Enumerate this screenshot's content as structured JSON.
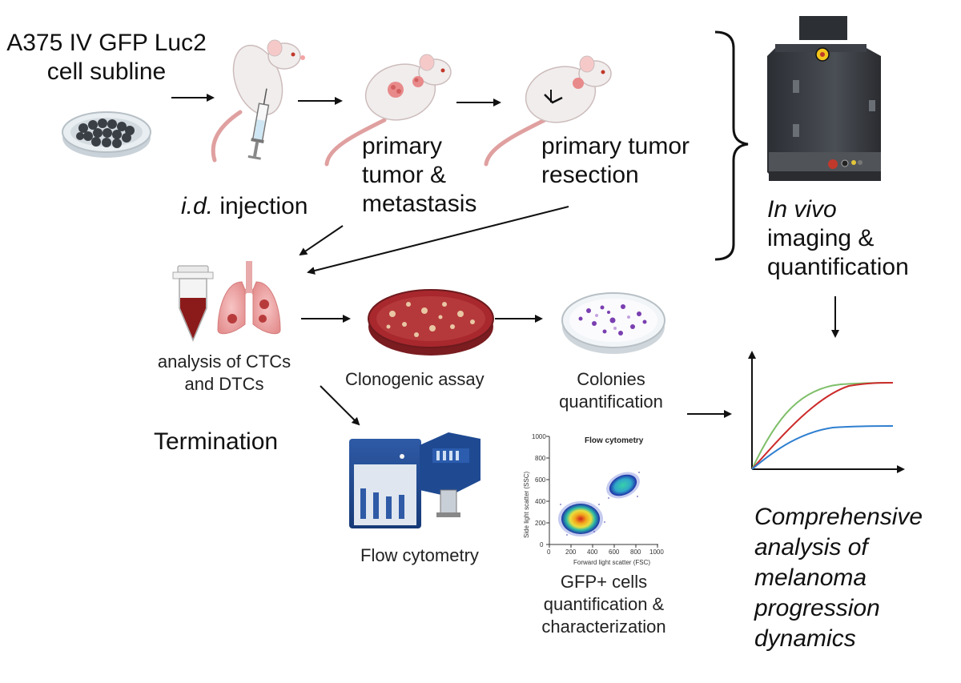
{
  "labels": {
    "cell_line_1": "A375 IV GFP Luc2",
    "cell_line_2": "cell subline",
    "injection_italic": "i.d.",
    "injection_rest": " injection",
    "primary_1": "primary",
    "primary_2": "tumor &",
    "primary_3": "metastasis",
    "resection_1": "primary tumor",
    "resection_2": "resection",
    "invivo_1": "In vivo",
    "invivo_2": "imaging &",
    "invivo_3": "quantification",
    "ctc_1": "analysis of CTCs",
    "ctc_2": "and DTCs",
    "termination": "Termination",
    "clonogenic": "Clonogenic assay",
    "colonies_1": "Colonies",
    "colonies_2": "quantification",
    "flow": "Flow cytometry",
    "gfp_1": "GFP+ cells",
    "gfp_2": "quantification &",
    "gfp_3": "characterization",
    "comp_1": "Comprehensive",
    "comp_2": "analysis of",
    "comp_3": "melanoma",
    "comp_4": "progression",
    "comp_5": "dynamics"
  },
  "flow_plot": {
    "title": "Flow cytometry",
    "xlabel": "Forward light scatter (FSC)",
    "ylabel": "Side light scatter (SSC)",
    "xticks": [
      "0",
      "200",
      "400",
      "600",
      "800",
      "1000"
    ],
    "yticks": [
      "0",
      "200",
      "400",
      "600",
      "800",
      "1000"
    ]
  },
  "colors": {
    "mouse": "#f1eded",
    "tumor": "#e88a8a",
    "dish": "#dfe6ea",
    "cells": "#3a3f45",
    "blood": "#8b1a1a",
    "lung": "#f0a5a5",
    "agar": "#a8282e",
    "colony": "#7a3fb0",
    "curve_green": "#7fbf6a",
    "curve_red": "#cc2b2b",
    "curve_blue": "#2f7fd0",
    "imager": "#3a3d42"
  }
}
